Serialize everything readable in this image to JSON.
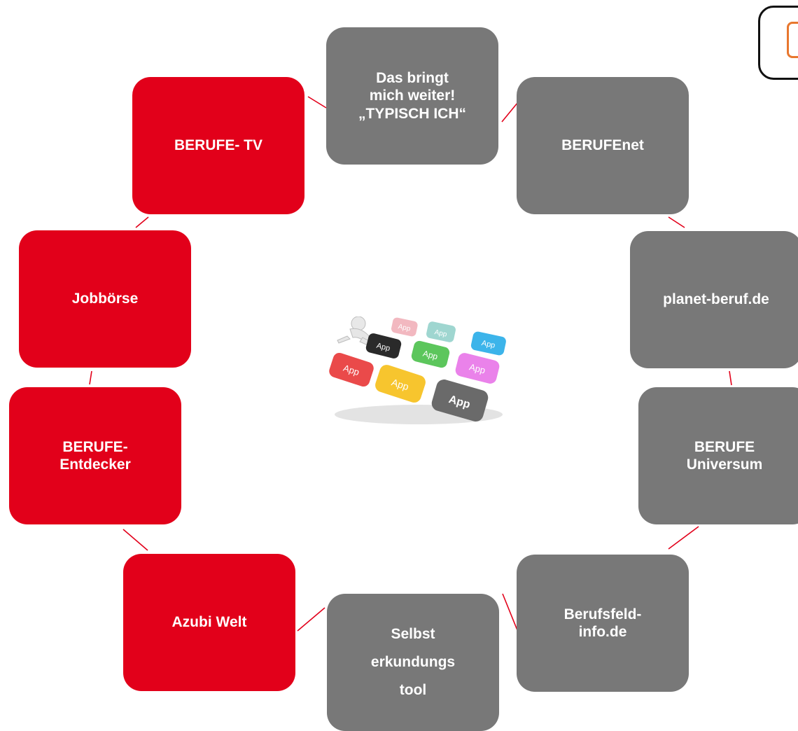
{
  "colors": {
    "red": "#e2001a",
    "gray": "#787878",
    "line_red": "#e2001a",
    "line_gray": "#7a7a7a",
    "logo_orange": "#e8772e"
  },
  "center_image": {
    "icon": "figure-pressing-app-keys",
    "keys": [
      "App",
      "App",
      "App",
      "App",
      "App",
      "App",
      "App",
      "App",
      "App"
    ]
  },
  "nodes": [
    {
      "label": "Das bringt\nmich weiter!\n„TYPISCH ICH“",
      "color": "gray"
    },
    {
      "label": "BERUFEnet",
      "color": "gray"
    },
    {
      "label": "planet-beruf.de",
      "color": "gray"
    },
    {
      "label": "BERUFE\nUniversum",
      "color": "gray"
    },
    {
      "label": "Berufsfeld-\ninfo.de",
      "color": "gray"
    },
    {
      "label": "Selbst\nerkundungs\ntool",
      "color": "gray"
    },
    {
      "label": "Azubi Welt",
      "color": "red"
    },
    {
      "label": "BERUFE-\nEntdecker",
      "color": "red"
    },
    {
      "label": "Jobbörse",
      "color": "red"
    },
    {
      "label": "BERUFE- TV",
      "color": "red"
    }
  ]
}
